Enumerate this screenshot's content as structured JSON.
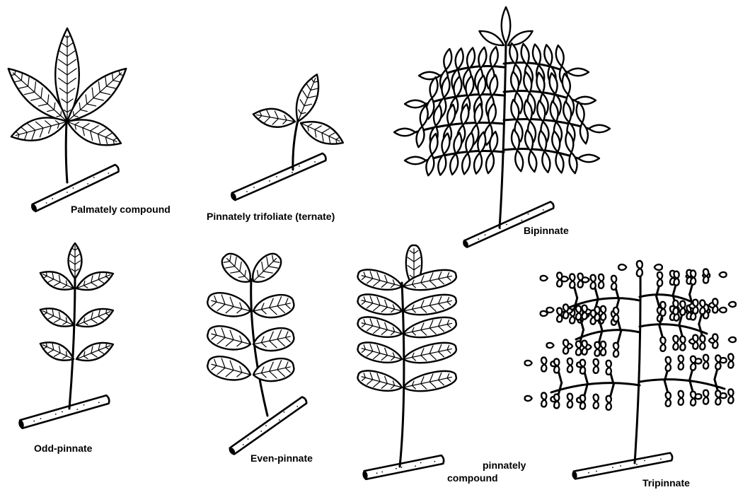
{
  "labels": {
    "palmately_compound": "Palmately compound",
    "pinnately_trifoliate": "Pinnately trifoliate (ternate)",
    "bipinnate": "Bipinnate",
    "odd_pinnate": "Odd-pinnate",
    "even_pinnate": "Even-pinnate",
    "pinnately_compound_line1": "pinnately",
    "pinnately_compound_line2": "compound",
    "tripinnate": "Tripinnate"
  },
  "colors": {
    "ink": "#000000",
    "paper": "#ffffff"
  }
}
